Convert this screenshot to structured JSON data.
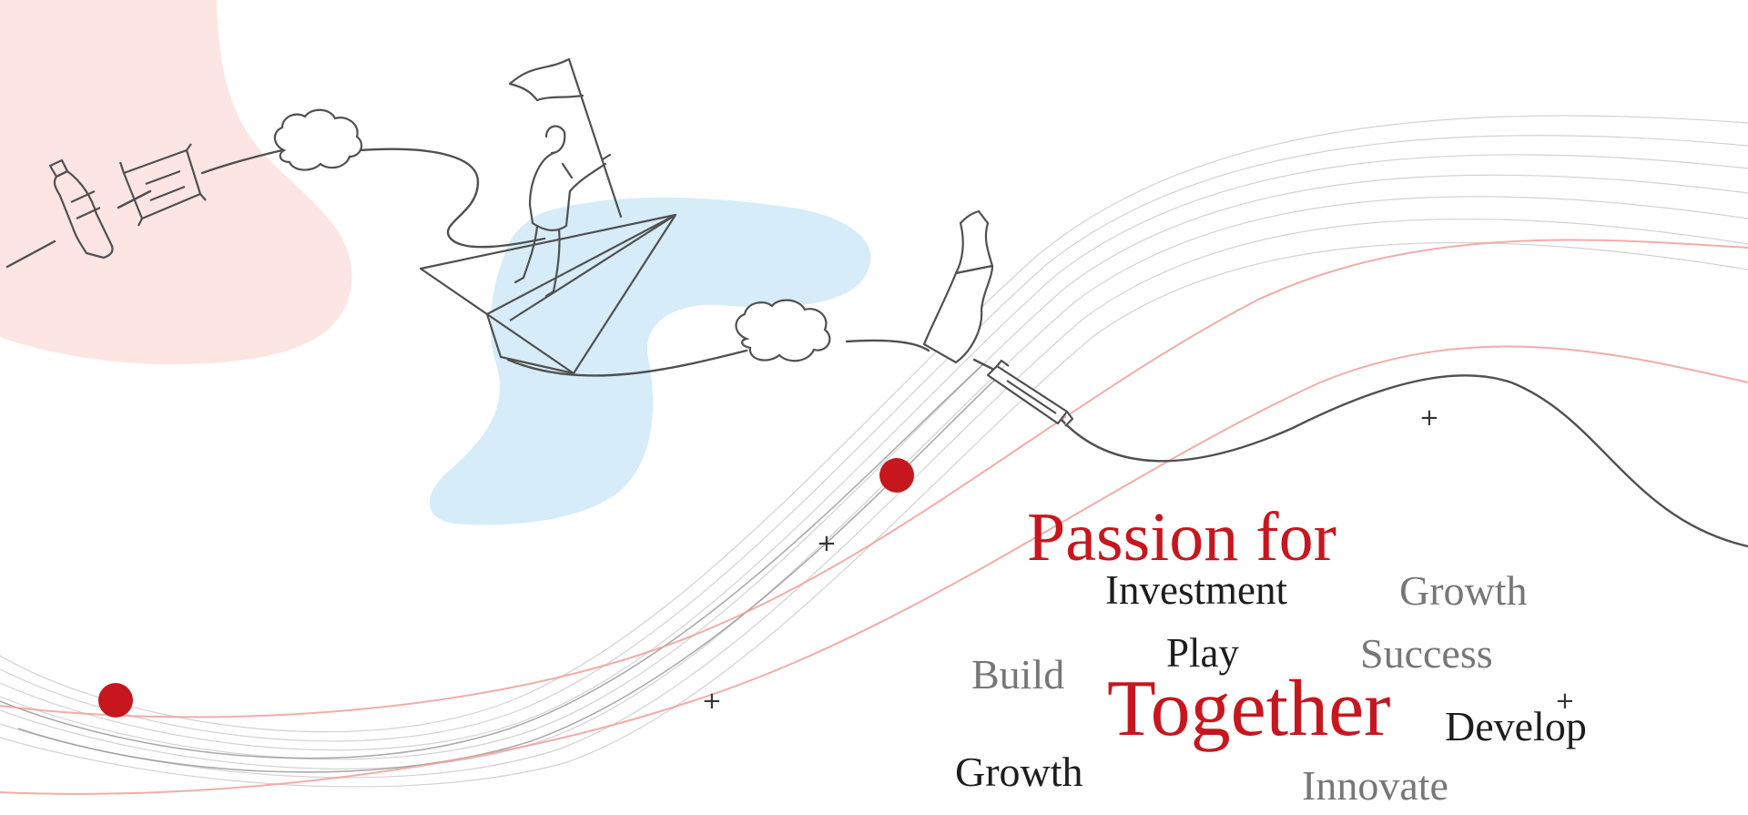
{
  "colors": {
    "brand_red": "#c8161e",
    "dark_text": "#1d1d1d",
    "muted_text": "#777777",
    "blob_pink": "#fce5e2",
    "blob_blue": "#d6ecf8",
    "line_art": "#505050",
    "wave_gray": "#bdbdbd",
    "wave_pink": "#ef9f9a"
  },
  "headline": {
    "line1": "Passion for",
    "line2": "Together"
  },
  "words": {
    "investment": "Investment",
    "growth_top": "Growth",
    "play": "Play",
    "success": "Success",
    "build": "Build",
    "develop": "Develop",
    "growth_bottom": "Growth",
    "innovate": "Innovate"
  },
  "decorations": {
    "plus_glyph": "+",
    "illustration_icons": [
      "bottle-icon",
      "snack-bar-icon",
      "cloud-icon",
      "woman-with-flag-icon",
      "paper-plane-icon",
      "bag-icon",
      "tube-icon"
    ]
  }
}
